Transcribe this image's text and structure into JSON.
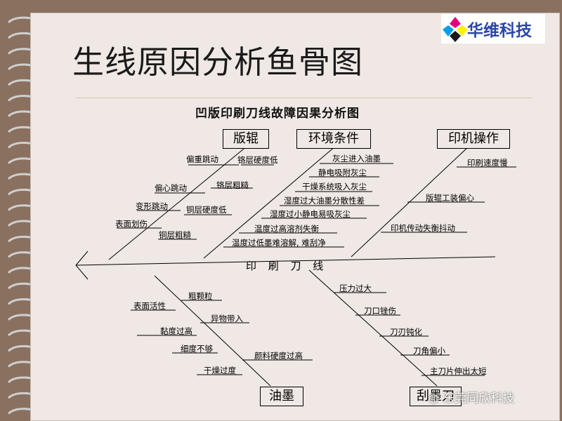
{
  "slide_title": "生线原因分析鱼骨图",
  "logo": {
    "text": "华维科技",
    "colors": [
      "#e6007e",
      "#00a0e9",
      "#fff100",
      "#1a1a1a"
    ]
  },
  "diagram_title": "凹版印刷刀线故障因果分析图",
  "effect": "印 刷 刀 线",
  "categories": {
    "plate_roller": {
      "name": "版辊",
      "causes": [
        "偏重跳动",
        "铬层硬度低",
        "偏心跳动",
        "铬层粗糙",
        "变形跳动",
        "铜层硬度低",
        "表面划伤",
        "铜层粗糙"
      ]
    },
    "environment": {
      "name": "环境条件",
      "causes": [
        "灰尘进入油墨",
        "静电吸附灰尘",
        "干燥系统吸入灰尘",
        "湿度过大油墨分散性差",
        "湿度过小静电易吸灰尘",
        "温度过高溶剂失衡",
        "温度过低墨难溶解, 难刮净"
      ]
    },
    "press_operation": {
      "name": "印机操作",
      "causes": [
        "印刷速度慢",
        "版辊工装偏心",
        "印机传动失衡抖动"
      ]
    },
    "ink": {
      "name": "油墨",
      "causes": [
        "粗颗粒",
        "表面活性",
        "异物带入",
        "黏度过高",
        "细度不够",
        "颜料硬度过高",
        "干燥过度"
      ]
    },
    "doctor_blade": {
      "name": "刮墨刀",
      "causes": [
        "压力过大",
        "刀口锉伤",
        "刀刃钝化",
        "刀角偏小",
        "主刀片伸出太短"
      ]
    }
  },
  "watermark": "东莞同欣科技"
}
